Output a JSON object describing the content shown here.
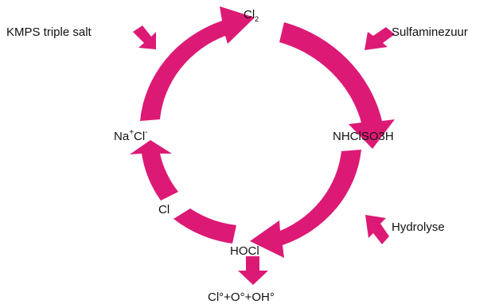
{
  "colors": {
    "arrow": "#dc1a75",
    "text": "#111111",
    "background": "#ffffff"
  },
  "labels": {
    "cl2_base": "Cl",
    "cl2_sub": "2",
    "kmps": "KMPS triple salt",
    "sulfamine": "Sulfaminezuur",
    "nhclso3h": "NHClSO3H",
    "nacl_na": "Na",
    "nacl_plus": "+",
    "nacl_cl": "Cl",
    "nacl_minus": "-",
    "cl": "Cl",
    "hydrolyse": "Hydrolyse",
    "hocl": "HOCl",
    "products": "Cl°+O°+OH°"
  }
}
